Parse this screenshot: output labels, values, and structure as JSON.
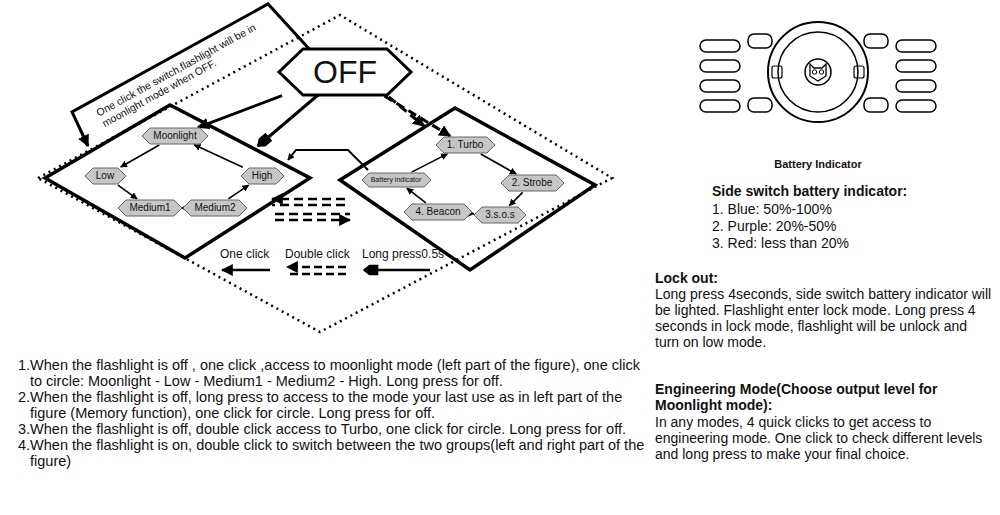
{
  "diagram": {
    "nodes": [
      {
        "text": [
          "OFF"
        ]
      },
      {
        "text": [
          "Moonlight"
        ]
      },
      {
        "text": [
          "Low"
        ]
      },
      {
        "text": [
          "Medium1"
        ]
      },
      {
        "text": [
          "Medium2"
        ]
      },
      {
        "text": [
          "High"
        ]
      },
      {
        "text": [
          "1. Turbo"
        ]
      },
      {
        "text": [
          "2. Strobe"
        ]
      },
      {
        "text": [
          "3.s.o.s"
        ]
      },
      {
        "text": [
          "4. Beacon"
        ]
      },
      {
        "text": [
          "Battery indicator"
        ]
      }
    ],
    "edges": [
      {
        "from": 0,
        "to": 1,
        "arrow": "to"
      },
      {
        "from": 0,
        "to": 6,
        "arrow": "to"
      },
      {
        "from": 1,
        "to": 2,
        "arrow": "to"
      },
      {
        "from": 2,
        "to": 3,
        "arrow": "to"
      },
      {
        "from": 3,
        "to": 4,
        "arrow": "to"
      },
      {
        "from": 4,
        "to": 5,
        "arrow": "to"
      },
      {
        "from": 5,
        "to": 1,
        "arrow": "to"
      },
      {
        "from": 6,
        "to": 7,
        "arrow": "to"
      },
      {
        "from": 7,
        "to": 8,
        "arrow": "to"
      },
      {
        "from": 8,
        "to": 9,
        "arrow": "to"
      },
      {
        "from": 9,
        "to": 10,
        "arrow": "to"
      },
      {
        "from": 10,
        "to": 6,
        "arrow": "to"
      }
    ],
    "labels": [
      "One click the switch,flashlight will be in moonlight mode when OFF.",
      "Battery Indicator",
      "Side switch battery indicator:",
      "1. Blue: 50%-100%",
      "2. Purple: 20%-50%",
      "3. Red: less than 20%",
      "Lock out:",
      "Long press 4seconds, side switch battery indicator will be lighted. Flashlight enter lock mode. Long press 4 seconds in lock mode, flashlight will be unlock and turn on low mode.",
      "Engineering Mode(Choose output level for Moonlight mode):",
      "In any modes, 4 quick clicks  to get access to engineering mode. One click to check different levels and long press to make your final choice.",
      "1.When the flashlight is off , one click ,access to moonlight mode (left part of the figure), one click to circle: Moonlight - Low - Medium1 - Medium2 - High. Long press for off.",
      "2.When the flashlight is off, long press to access to the mode your last use as in left part of the figure (Memory function), one click for circle. Long press for off.",
      "3.When the flashlight is off, double click access to Turbo, one click for circle. Long press for off.",
      "4.When the flashlight is on, double click to switch between the two groups(left and right part of the figure)"
    ],
    "legend": [
      {
        "text": "One click"
      },
      {
        "text": "Double click"
      },
      {
        "text": "Long press0.5s"
      }
    ]
  }
}
